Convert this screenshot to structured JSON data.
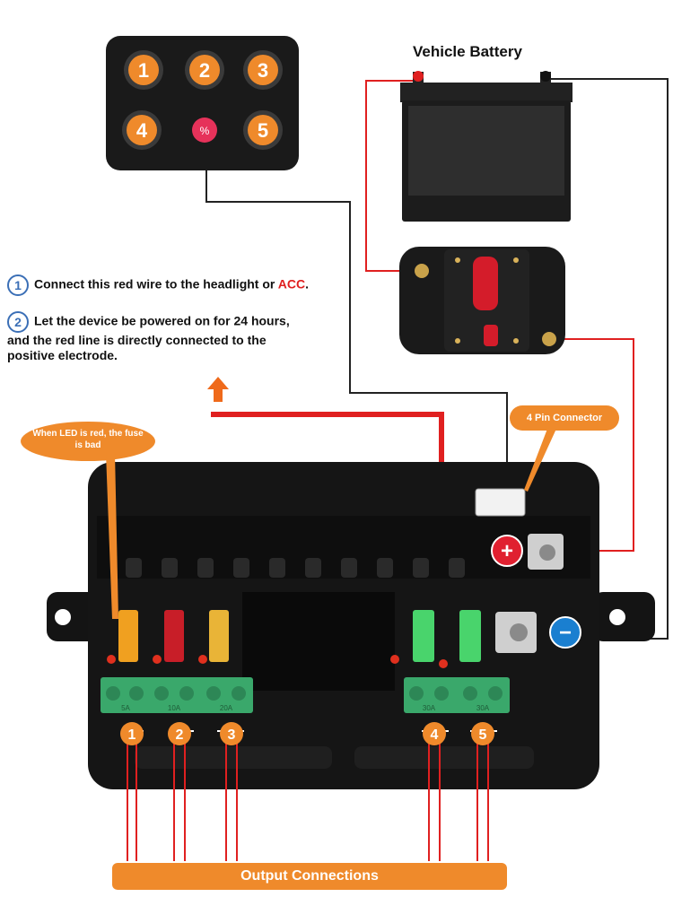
{
  "title": "Vehicle Battery",
  "switch_panel": {
    "buttons": [
      "1",
      "2",
      "3",
      "4",
      "5"
    ]
  },
  "notes": {
    "note1_num": "1",
    "note1_text": "Connect this red wire to the headlight or ",
    "note1_acc": "ACC",
    "note1_end": ".",
    "note2_num": "2",
    "note2_line1": "Let the device be powered on for 24 hours,",
    "note2_line2": "and the red line is directly connected to the",
    "note2_line3": "positive electrode."
  },
  "callouts": {
    "led": "When LED is red, the fuse is bad",
    "connector": "4 Pin Connector"
  },
  "terminals": {
    "positive": "+",
    "negative": "−"
  },
  "outputs": [
    "1",
    "2",
    "3",
    "4",
    "5"
  ],
  "fuse_labels": [
    "5A",
    "10A",
    "20A",
    "30A",
    "30A"
  ],
  "footer": "Output Connections",
  "colors": {
    "accent_orange": "#ef8a2b",
    "wire_red": "#e02020",
    "positive_red": "#e02030",
    "negative_blue": "#1a7fd0",
    "box_black": "#151515",
    "terminal_green": "#3aa86b"
  }
}
